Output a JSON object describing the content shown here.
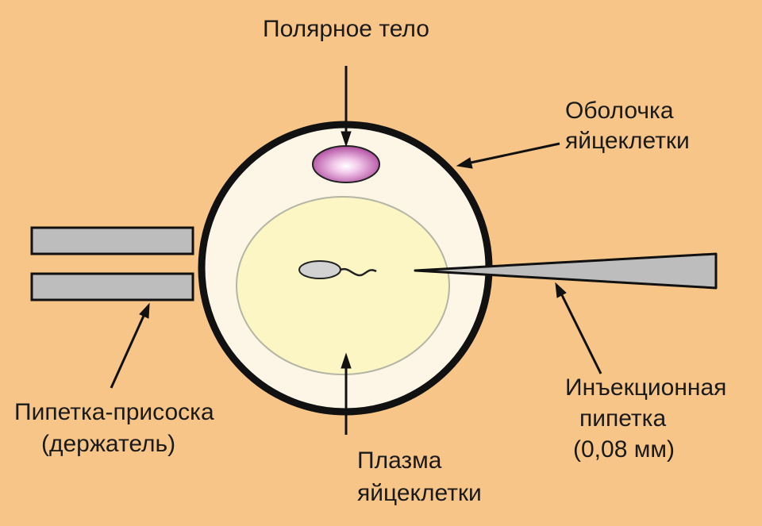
{
  "labels": {
    "polar_body": "Полярное тело",
    "membrane_line1": "Оболочка",
    "membrane_line2": "яйцеклетки",
    "holding_line1": "Пипетка-присоска",
    "holding_line2": "(держатель)",
    "plasma_line1": "Плазма",
    "plasma_line2": "яйцеклетки",
    "injection_line1": "Инъекционная",
    "injection_line2": "пипетка",
    "injection_line3": "(0,08 мм)"
  },
  "colors": {
    "background": "#f8c588",
    "zona": "#fdf6e6",
    "cytoplasm": "#fcf6c4",
    "polar_body": "#b04ca0",
    "pipette": "#bdbdbd",
    "outline": "#111111"
  }
}
